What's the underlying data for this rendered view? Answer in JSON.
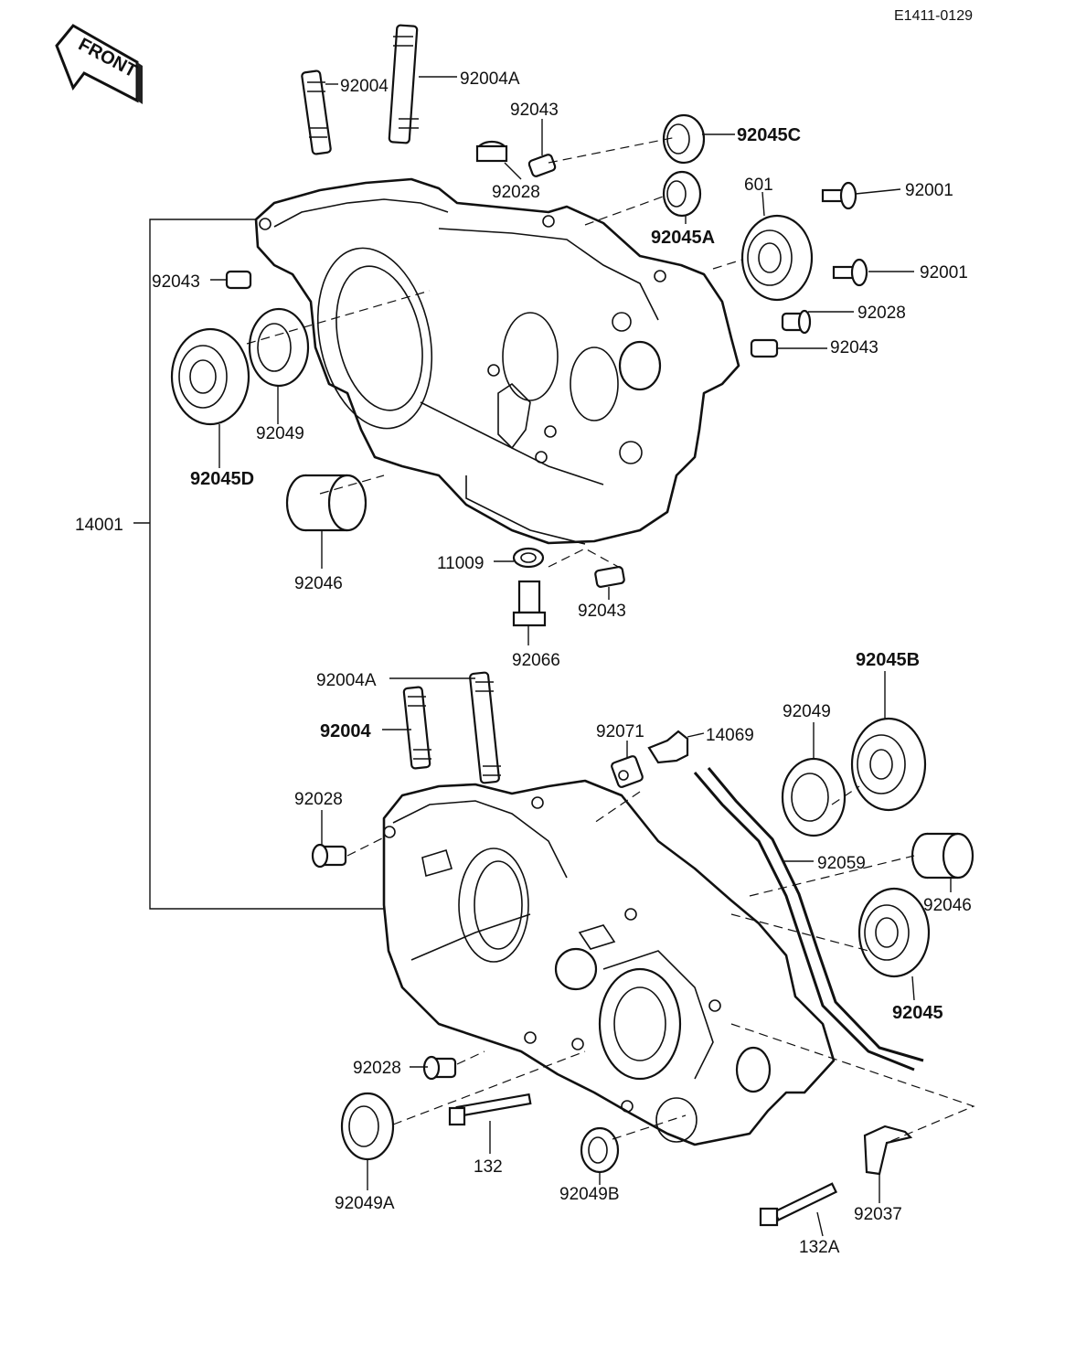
{
  "reference_code": "E1411-0129",
  "front_badge": "FRONT",
  "labels": {
    "p92004_top": "92004",
    "p92004A_top": "92004A",
    "p92043_a": "92043",
    "p92045C": "92045C",
    "p92028_a": "92028",
    "p92045A": "92045A",
    "p601": "601",
    "p92001_a": "92001",
    "p92001_b": "92001",
    "p92043_left": "92043",
    "p92028_b": "92028",
    "p92043_b": "92043",
    "p92049_upper": "92049",
    "p92045D": "92045D",
    "p14001": "14001",
    "p92046_upper": "92046",
    "p11009": "11009",
    "p92043_c": "92043",
    "p92066": "92066",
    "p92004A_bottom": "92004A",
    "p92004_bottom": "92004",
    "p92071": "92071",
    "p14069": "14069",
    "p92049_lower": "92049",
    "p92045B": "92045B",
    "p92028_c": "92028",
    "p92059": "92059",
    "p92046_lower": "92046",
    "p92045": "92045",
    "p92028_d": "92028",
    "p92049A": "92049A",
    "p132": "132",
    "p92049B": "92049B",
    "p92037": "92037",
    "p132A": "132A"
  },
  "colors": {
    "ink": "#111111",
    "paper": "#ffffff"
  }
}
